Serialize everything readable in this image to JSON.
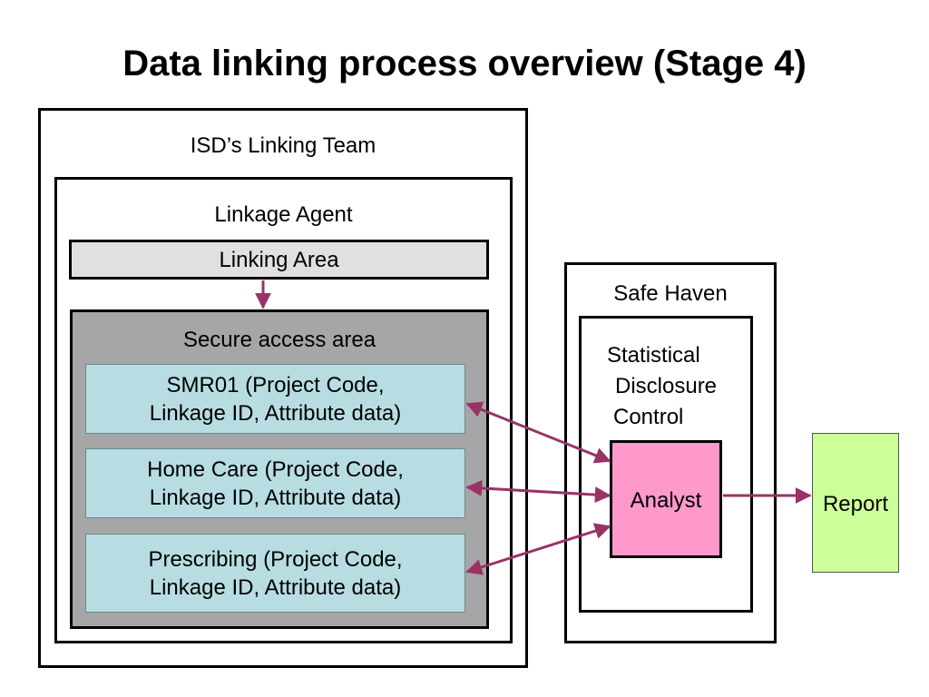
{
  "title": "Data linking process overview (Stage 4)",
  "isd": {
    "label": "ISD’s Linking Team"
  },
  "agent": {
    "label": "Linkage Agent"
  },
  "linking_area": {
    "label": "Linking Area"
  },
  "secure_area": {
    "label": "Secure access area",
    "datasets": [
      {
        "line1": "SMR01 (Project Code,",
        "line2": "Linkage ID, Attribute data)"
      },
      {
        "line1": "Home Care (Project Code,",
        "line2": "Linkage ID, Attribute data)"
      },
      {
        "line1": "Prescribing (Project Code,",
        "line2": "Linkage ID, Attribute data)"
      }
    ]
  },
  "safe_haven": {
    "label": "Safe Haven",
    "sdc": {
      "line1": "Statistical",
      "line2": "Disclosure",
      "line3": "Control"
    },
    "analyst": "Analyst"
  },
  "report": "Report",
  "colors": {
    "arrow": "#993366",
    "analyst": "#ff99cc",
    "report": "#ccff99",
    "dataset": "#b7dde3",
    "secure": "#a6a6a6",
    "linking": "#e0e0e0"
  }
}
